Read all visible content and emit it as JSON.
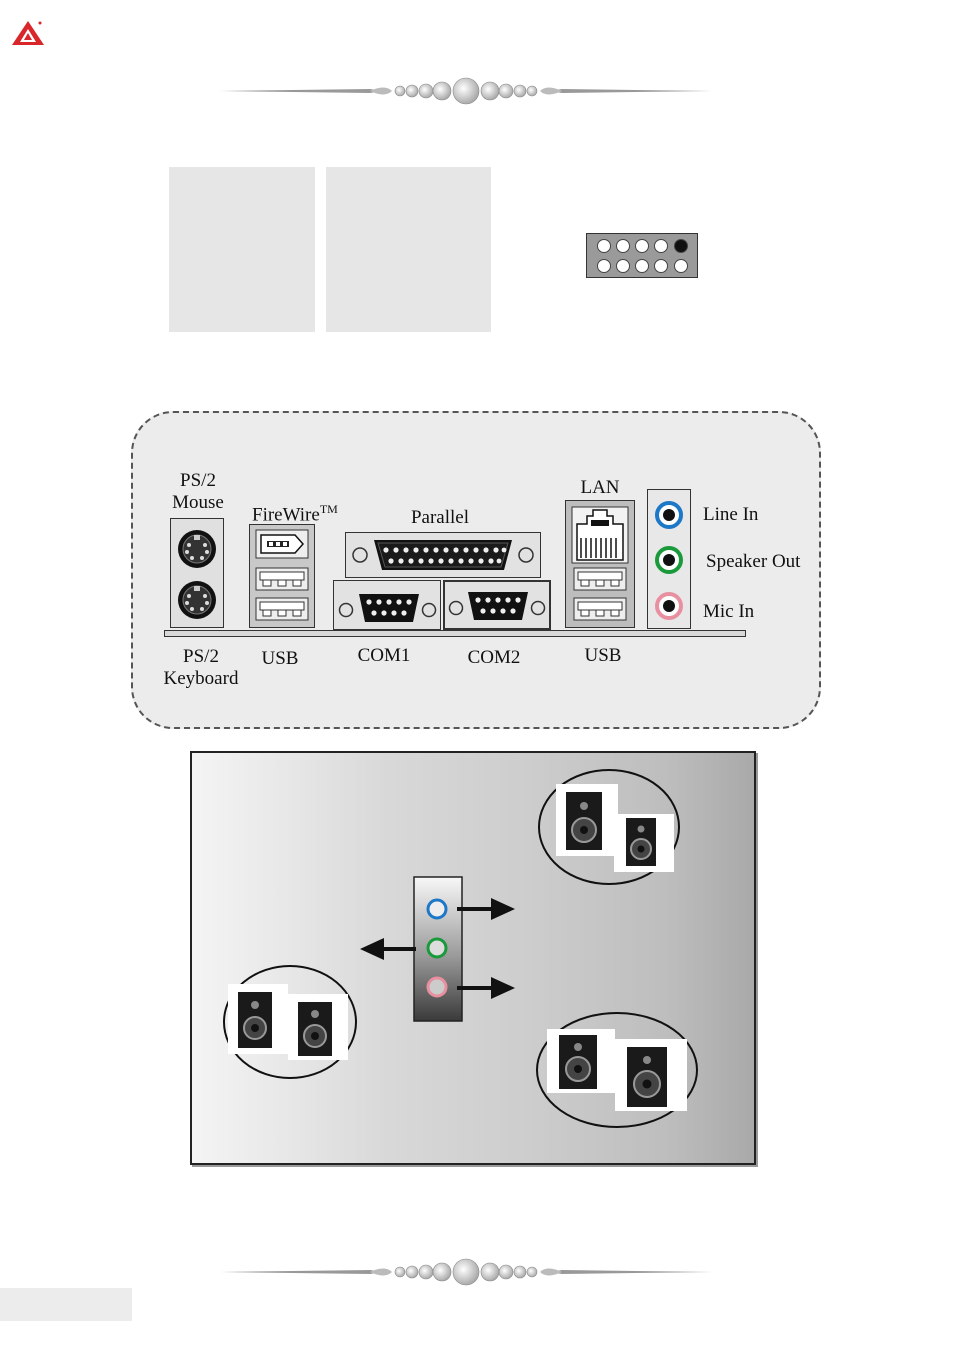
{
  "rear_panel": {
    "ps2_mouse_label": "PS/2\nMouse",
    "ps2_keyboard_label": "PS/2\nKeyboard",
    "firewire_label": "FireWire",
    "firewire_tm": "TM",
    "parallel_label": "Parallel",
    "usb_left_label": "USB",
    "com1_label": "COM1",
    "com2_label": "COM2",
    "lan_label": "LAN",
    "usb_right_label": "USB",
    "line_in_label": "Line In",
    "speaker_out_label": "Speaker Out",
    "mic_in_label": "Mic In"
  },
  "colors": {
    "brand_red": "#d8262b",
    "line_in": "#1e78c8",
    "speaker_out": "#1a9a3a",
    "mic_in": "#e890a0",
    "panel_bg": "#ececec",
    "table_cell": "#e6e6e6"
  },
  "pin_header": {
    "top_row": [
      "open",
      "open",
      "open",
      "open",
      "filled"
    ],
    "bottom_row": [
      "open",
      "open",
      "open",
      "open",
      "open"
    ]
  },
  "icons": [
    "brand-logo-icon",
    "ornament-divider-icon",
    "ps2-port-icon",
    "firewire-port-icon",
    "usb-port-icon",
    "parallel-port-icon",
    "com-port-icon",
    "lan-port-icon",
    "audio-jack-icon",
    "speaker-icon",
    "arrow-icon"
  ]
}
